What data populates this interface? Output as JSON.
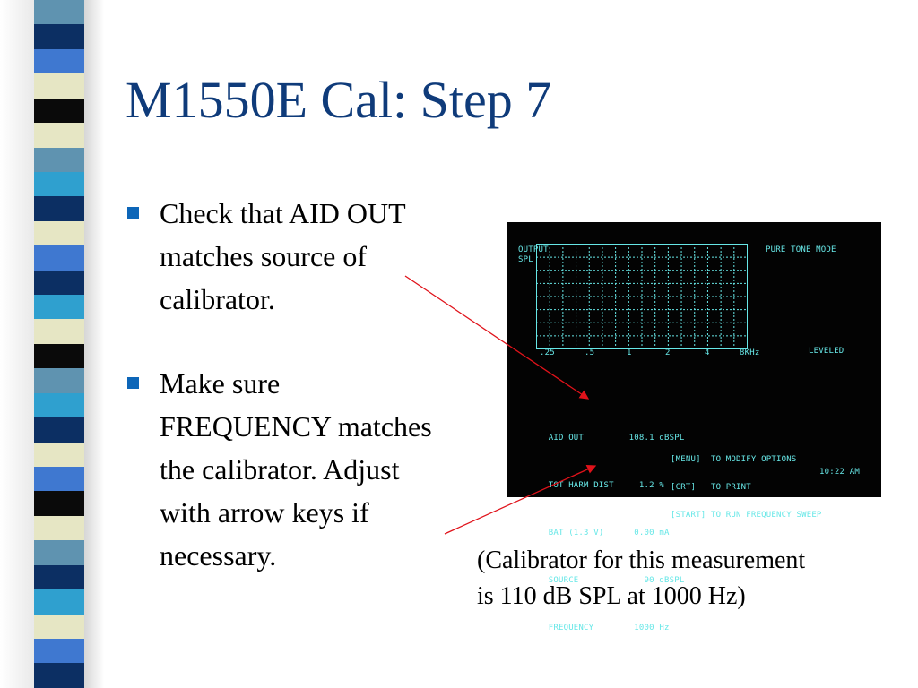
{
  "slide": {
    "title": "M1550E Cal: Step 7",
    "bullets": [
      {
        "text": "Check that AID OUT\nmatches source of\ncalibrator."
      },
      {
        "text": "Make sure\nFREQUENCY matches\nthe calibrator.  Adjust\nwith arrow keys if\nnecessary."
      }
    ],
    "note": "(Calibrator for this measurement\nis 110 dB SPL at 1000 Hz)"
  },
  "screen": {
    "graph_label_top": "OUTPUT",
    "graph_label_bottom": "SPL",
    "mode": "PURE TONE MODE",
    "status": "LEVELED",
    "freq_ticks": [
      ".25",
      ".5",
      "1",
      "2",
      "4",
      "8KHz"
    ],
    "readouts": [
      {
        "label": "AID OUT",
        "value": "108.1",
        "unit": "dBSPL"
      },
      {
        "label": "TOT HARM DIST",
        "value": "1.2",
        "unit": "%"
      },
      {
        "label": "BAT (1.3 V)",
        "value": "0.00",
        "unit": "mA"
      },
      {
        "label": "SOURCE",
        "value": "90",
        "unit": "dBSPL"
      },
      {
        "label": "FREQUENCY",
        "value": "1000",
        "unit": "Hz"
      }
    ],
    "menu": [
      "[MENU]  TO MODIFY OPTIONS",
      "[CRT]   TO PRINT",
      "[START] TO RUN FREQUENCY SWEEP"
    ],
    "time": "10:22 AM"
  },
  "colors": {
    "title": "#0f3b7a",
    "bullet_marker": "#0d66b8",
    "screen_text": "#67e7e7",
    "arrow": "#e0121a",
    "stripes": [
      "#5f93b0",
      "#0c2f63",
      "#3f78d0",
      "#e6e6c4",
      "#0a0a0a",
      "#e6e6c4",
      "#5f93b0",
      "#2fa0cf",
      "#0c2f63",
      "#e6e6c4",
      "#3f78d0",
      "#0c2f63",
      "#2fa0cf",
      "#e6e6c4",
      "#0a0a0a",
      "#5f93b0",
      "#2fa0cf",
      "#0c2f63",
      "#e6e6c4",
      "#3f78d0",
      "#0a0a0a",
      "#e6e6c4",
      "#5f93b0",
      "#0c2f63",
      "#2fa0cf",
      "#e6e6c4",
      "#3f78d0",
      "#0c2f63"
    ]
  }
}
